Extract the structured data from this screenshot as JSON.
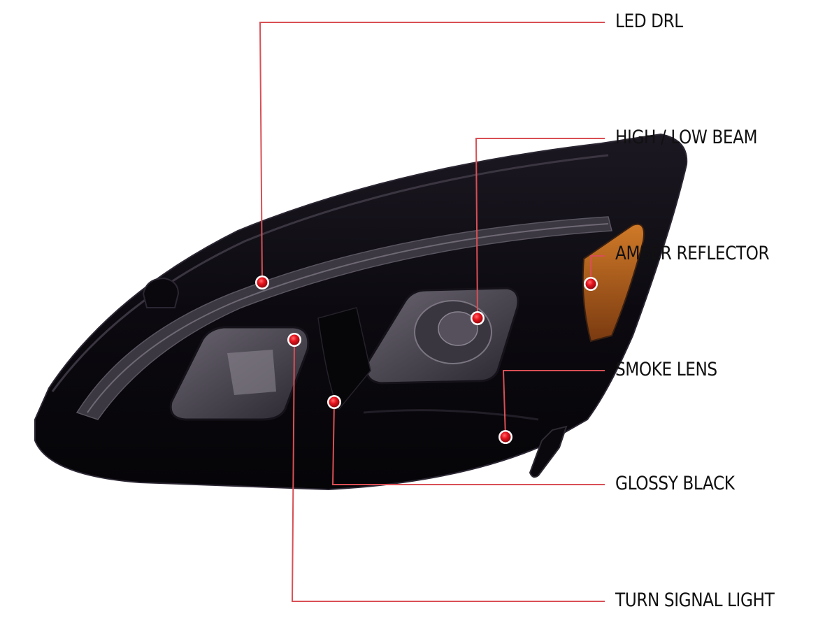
{
  "diagram": {
    "colors": {
      "leader": "#d94f55",
      "marker": "#e8141e",
      "housing": "#0d0a12",
      "housing_edge": "#2b2632",
      "lens_smoke": "#5d5862",
      "amber": "#b8621a",
      "label_text": "#111111"
    },
    "callouts": [
      {
        "id": "led-drl",
        "label": "LED DRL"
      },
      {
        "id": "high-low-beam",
        "label": "HIGH / LOW BEAM"
      },
      {
        "id": "amber-reflector",
        "label": "AMBER REFLECTOR"
      },
      {
        "id": "smoke-lens",
        "label": "SMOKE LENS"
      },
      {
        "id": "glossy-black",
        "label": "GLOSSY BLACK"
      },
      {
        "id": "turn-signal-light",
        "label": "TURN SIGNAL LIGHT"
      }
    ]
  }
}
